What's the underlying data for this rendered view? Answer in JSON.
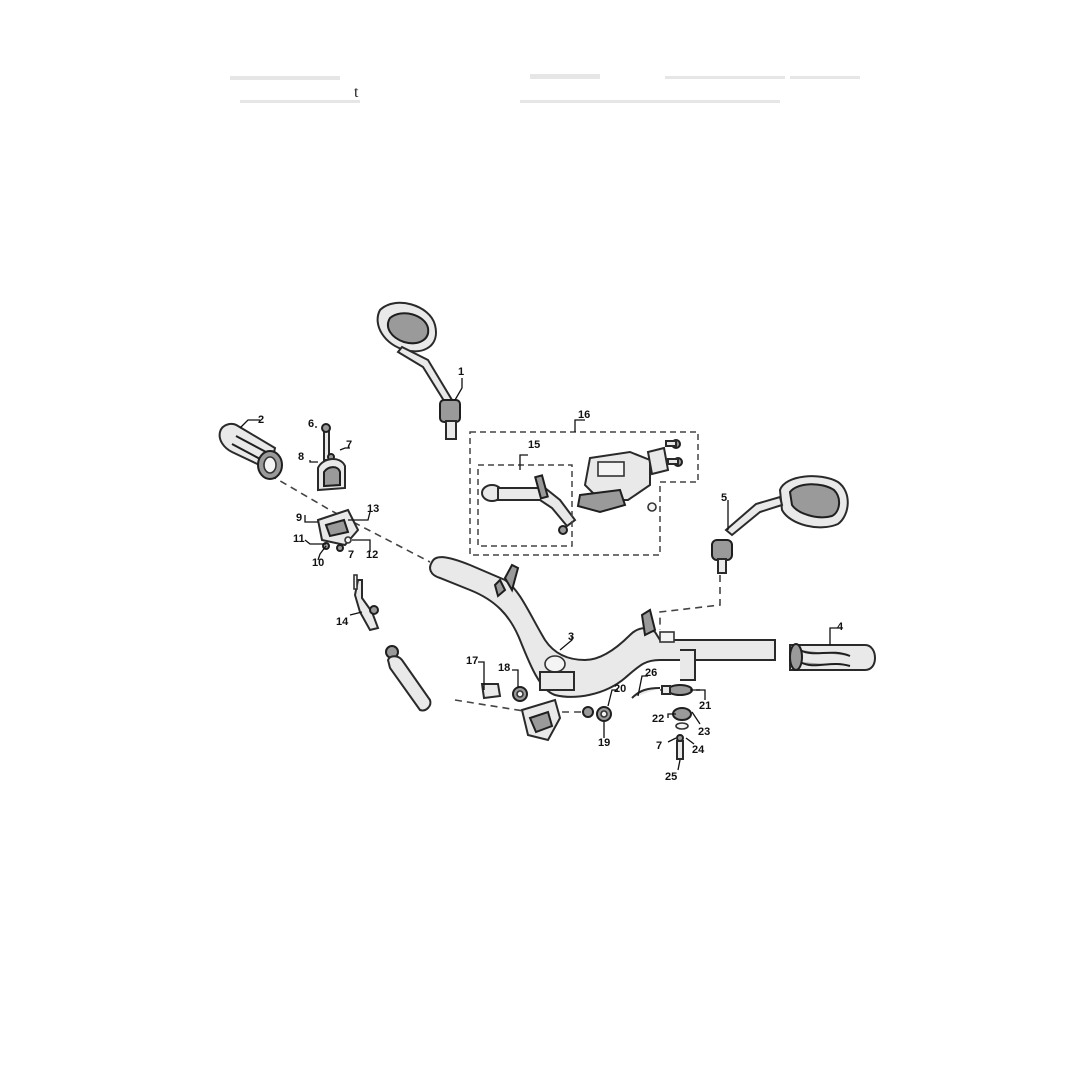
{
  "callouts": [
    {
      "id": "c1",
      "label": "1"
    },
    {
      "id": "c2",
      "label": "2"
    },
    {
      "id": "c3",
      "label": "3"
    },
    {
      "id": "c4",
      "label": "4"
    },
    {
      "id": "c5",
      "label": "5"
    },
    {
      "id": "c6",
      "label": "6"
    },
    {
      "id": "c7a",
      "label": "7"
    },
    {
      "id": "c7b",
      "label": "7"
    },
    {
      "id": "c7c",
      "label": "7"
    },
    {
      "id": "c8",
      "label": "8"
    },
    {
      "id": "c9",
      "label": "9"
    },
    {
      "id": "c10",
      "label": "10"
    },
    {
      "id": "c11",
      "label": "11"
    },
    {
      "id": "c12",
      "label": "12"
    },
    {
      "id": "c13",
      "label": "13"
    },
    {
      "id": "c14",
      "label": "14"
    },
    {
      "id": "c15",
      "label": "15"
    },
    {
      "id": "c16",
      "label": "16"
    },
    {
      "id": "c17",
      "label": "17"
    },
    {
      "id": "c18",
      "label": "18"
    },
    {
      "id": "c19",
      "label": "19"
    },
    {
      "id": "c20",
      "label": "20"
    },
    {
      "id": "c21",
      "label": "21"
    },
    {
      "id": "c22",
      "label": "22"
    },
    {
      "id": "c23",
      "label": "23"
    },
    {
      "id": "c24",
      "label": "24"
    },
    {
      "id": "c25",
      "label": "25"
    },
    {
      "id": "c26",
      "label": "26"
    }
  ],
  "header_fragment": "t"
}
